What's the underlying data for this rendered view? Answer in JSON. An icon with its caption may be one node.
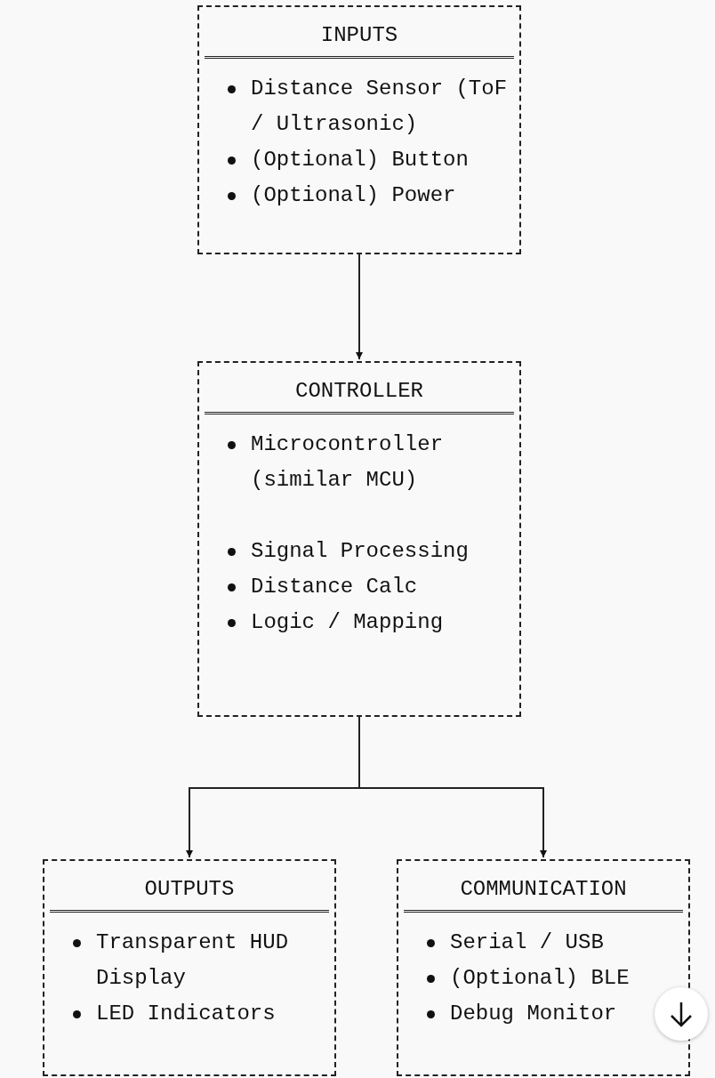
{
  "diagram": {
    "nodes": [
      {
        "text": [
          "INPUTS",
          "Distance Sensor (ToF / Ultrasonic)",
          "(Optional) Button",
          "(Optional) Power"
        ]
      },
      {
        "text": [
          "CONTROLLER",
          "Microcontroller (similar MCU)",
          "Signal Processing",
          "Distance Calc",
          "Logic / Mapping"
        ]
      },
      {
        "text": [
          "OUTPUTS",
          "Transparent HUD Display",
          "LED Indicators"
        ]
      },
      {
        "text": [
          "COMMUNICATION",
          "Serial / USB",
          "(Optional) BLE",
          "Debug Monitor"
        ]
      }
    ],
    "edges": [
      {
        "from": 0,
        "to": 1,
        "arrow": "to"
      },
      {
        "from": 1,
        "to": 2,
        "arrow": "to"
      },
      {
        "from": 1,
        "to": 3,
        "arrow": "to"
      }
    ]
  }
}
